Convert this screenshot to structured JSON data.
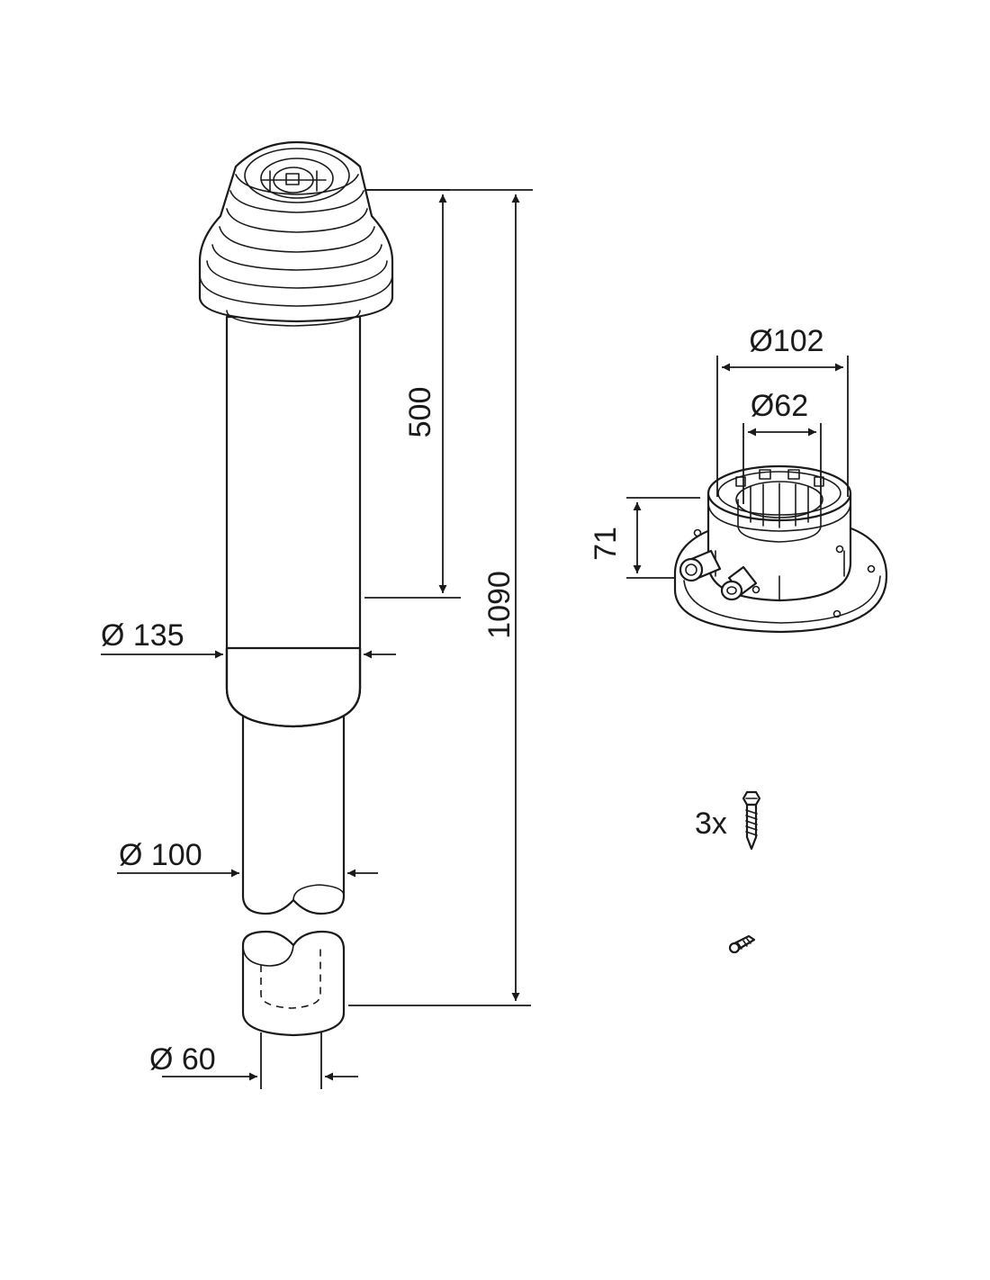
{
  "pipe": {
    "length_label": "500",
    "overall_label": "1090",
    "outer_diameter_label": "Ø 135",
    "inner_diameter_label": "Ø 100",
    "liner_diameter_label": "Ø 60"
  },
  "adapter": {
    "outer_diameter_label": "Ø102",
    "inner_diameter_label": "Ø62",
    "height_label": "71"
  },
  "screws": {
    "quantity_label": "3x"
  }
}
